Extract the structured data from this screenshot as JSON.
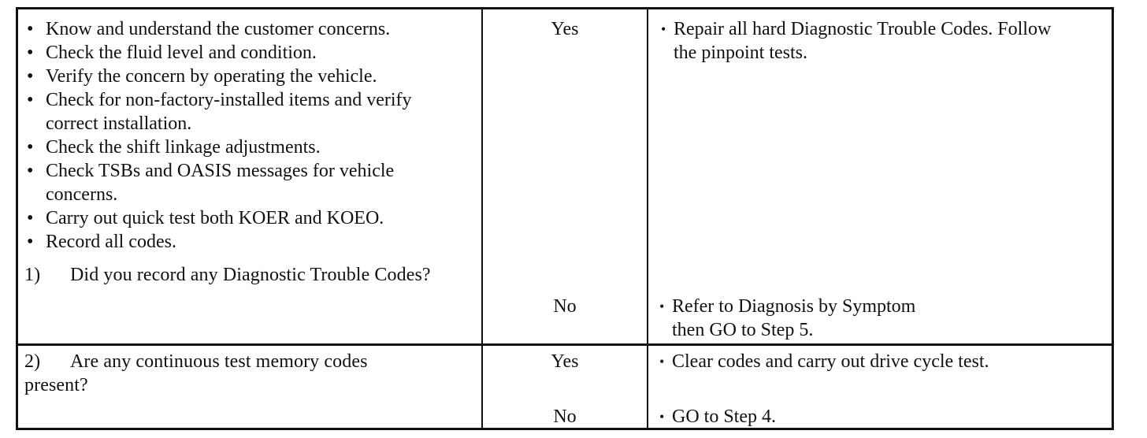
{
  "step1": {
    "checklist": [
      {
        "lines": [
          "Know and understand the customer concerns."
        ]
      },
      {
        "lines": [
          "Check the fluid level and condition."
        ]
      },
      {
        "lines": [
          "Verify the concern by operating the vehicle."
        ]
      },
      {
        "lines": [
          "Check for non-factory-installed items and verify",
          "correct installation."
        ]
      },
      {
        "lines": [
          "Check the shift linkage adjustments."
        ]
      },
      {
        "lines": [
          "Check TSBs and OASIS messages for vehicle",
          "concerns."
        ]
      },
      {
        "lines": [
          "Carry out quick test both KOER and KOEO."
        ]
      },
      {
        "lines": [
          "Record all codes."
        ]
      }
    ],
    "question_number": "1)",
    "question": "Did you record any Diagnostic Trouble Codes?",
    "yes_label": "Yes",
    "yes_action_lines": [
      "Repair all hard Diagnostic Trouble Codes. Follow",
      "the pinpoint tests."
    ],
    "no_label": "No",
    "no_action_lines": [
      "Refer to Diagnosis by Symptom",
      "then GO to Step 5."
    ]
  },
  "step2": {
    "question_number": "2)",
    "question_lines": [
      "Are any continuous test memory codes",
      "present?"
    ],
    "yes_label": "Yes",
    "yes_action": "Clear codes and carry out drive cycle test.",
    "no_label": "No",
    "no_action": "GO to Step 4."
  },
  "bullet_glyph": "•"
}
